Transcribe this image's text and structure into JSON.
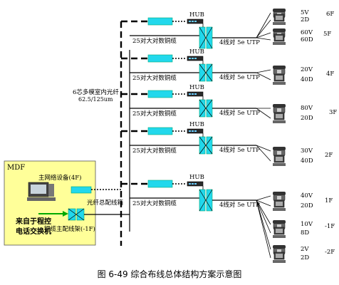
{
  "caption": "图 6-49  综合布线总体结构方案示意图",
  "labels": {
    "hub": "HUB",
    "fiber_title": "6芯多模室内光纤",
    "fiber_spec": "62.5/125um",
    "trunk_cable": "25对大对数铜缆",
    "horizontal": "4线对 5e UTP",
    "mdf": "MDF",
    "main_equipment": "主网络设备(4F)",
    "fiber_box": "光纤总配线箱",
    "pbx_line1": "来自于程控",
    "pbx_line2": "电话交换机",
    "copper_frame": "铜缆主配线架(-1F)"
  },
  "floors": [
    {
      "floor": "6F",
      "voice": "5V",
      "data": "2D"
    },
    {
      "floor": "5F",
      "voice": "60V",
      "data": "60D"
    },
    {
      "floor": "4F",
      "voice": "20V",
      "data": "40D"
    },
    {
      "floor": "3F",
      "voice": "80V",
      "data": "20D"
    },
    {
      "floor": "2F",
      "voice": "30V",
      "data": "40D"
    },
    {
      "floor": "1F",
      "voice": "40V",
      "data": "20D"
    },
    {
      "floor": "-1F",
      "voice": "10V",
      "data": "8D"
    },
    {
      "floor": "-2F",
      "voice": "2V",
      "data": "2D"
    }
  ],
  "colors": {
    "cyan": "#22d8ec",
    "mdf_yellow": "#ffff99",
    "cable": "#000000"
  }
}
